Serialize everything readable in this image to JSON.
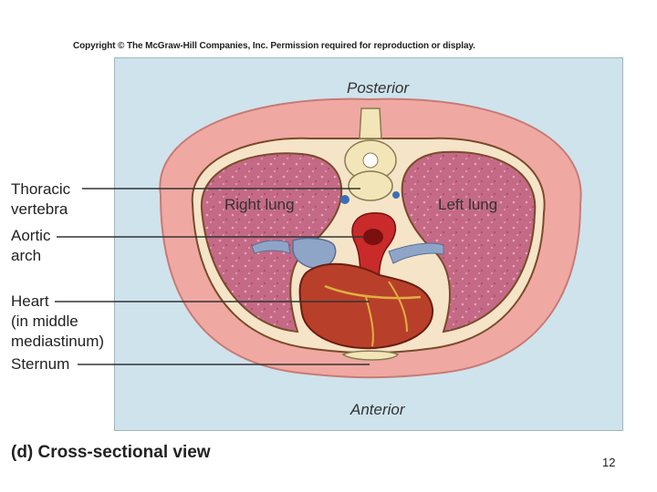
{
  "copyright": "Copyright © The McGraw-Hill Companies, Inc. Permission required for reproduction or display.",
  "diagram": {
    "orientation_top": "Posterior",
    "orientation_bottom": "Anterior",
    "right_lung": "Right lung",
    "left_lung": "Left lung"
  },
  "callouts": [
    {
      "line1": "Thoracic",
      "line2": "vertebra",
      "line3": ""
    },
    {
      "line1": "Aortic",
      "line2": "arch",
      "line3": ""
    },
    {
      "line1": "Heart",
      "line2": "(in middle",
      "line3": "mediastinum)"
    },
    {
      "line1": "Sternum",
      "line2": "",
      "line3": ""
    }
  ],
  "caption": {
    "tag": "(d)",
    "text": "Cross-sectional view"
  },
  "slide_number": "12",
  "colors": {
    "panel_bg": "#cfe3ec",
    "body_wall": "#f0a8a2",
    "lung": "#c86b86",
    "heart": "#b8402a",
    "aorta": "#c92a2a",
    "vena_cava": "#8fa5c8",
    "bone": "#f2e6b8"
  }
}
